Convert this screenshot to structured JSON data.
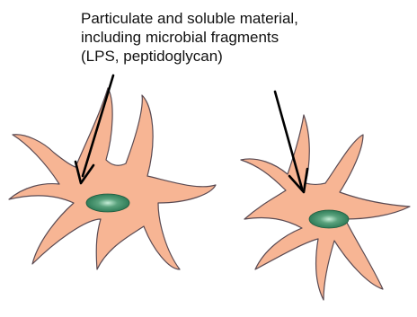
{
  "caption": {
    "line1": "Particulate and soluble material,",
    "line2": "including microbial fragments",
    "line3": "(LPS, peptidoglycan)"
  },
  "colors": {
    "cell_fill": "#f7b594",
    "cell_outline": "#5a4a52",
    "nucleus_fill": "#2f7c58",
    "nucleus_highlight": "#c6eed7",
    "arrow": "#000000",
    "text": "#111111"
  }
}
